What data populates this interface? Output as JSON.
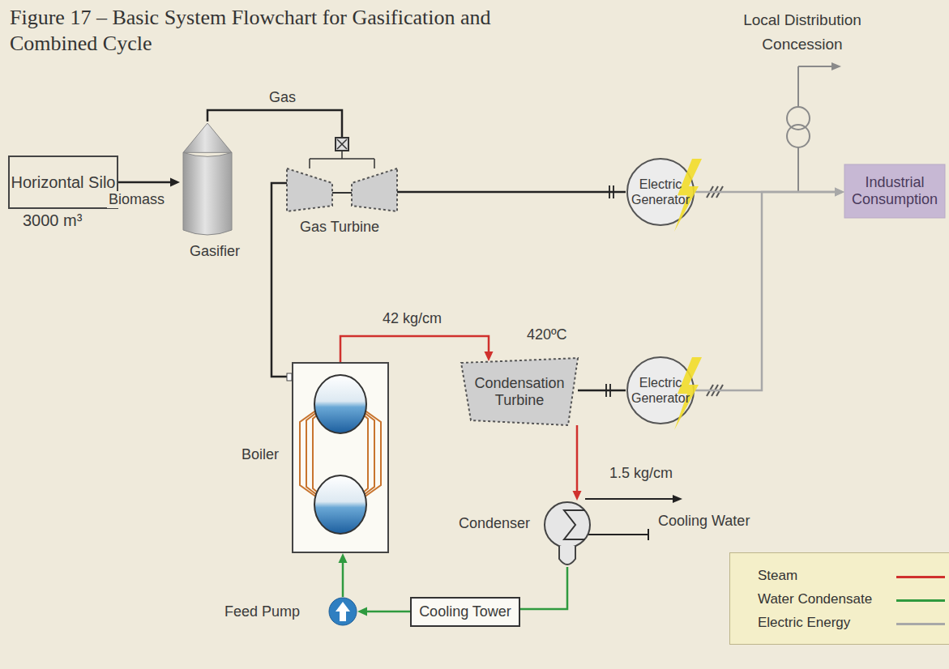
{
  "diagram": {
    "title": "Figure 17 – Basic System Flowchart for Gasification and Combined Cycle",
    "nodes": [
      {
        "text": [
          "Horizontal Silo"
        ]
      },
      {
        "text": [
          "Gasifier"
        ]
      },
      {
        "text": [
          "Gas Turbine"
        ]
      },
      {
        "text": [
          "Electric Generator"
        ]
      },
      {
        "text": [
          "Industrial Consumption"
        ]
      },
      {
        "text": [
          "Boiler"
        ]
      },
      {
        "text": [
          "Condensation Turbine"
        ]
      },
      {
        "text": [
          "Electric Generator"
        ]
      },
      {
        "text": [
          "Condenser"
        ]
      },
      {
        "text": [
          "Cooling Tower"
        ]
      },
      {
        "text": [
          "Feed Pump"
        ]
      }
    ],
    "edges": [
      {
        "from": 0,
        "to": 1,
        "arrow": "to",
        "label": "Biomass"
      },
      {
        "from": 1,
        "to": 2,
        "arrow": "none",
        "label": "Gas"
      },
      {
        "from": 2,
        "to": 3,
        "arrow": "none"
      },
      {
        "from": 3,
        "to": 4,
        "arrow": "to"
      },
      {
        "from": 2,
        "to": 5,
        "arrow": "none"
      },
      {
        "from": 5,
        "to": 6,
        "arrow": "to",
        "label": "42 kg/cm"
      },
      {
        "from": 6,
        "to": 7,
        "arrow": "none"
      },
      {
        "from": 7,
        "to": 4,
        "arrow": "to"
      },
      {
        "from": 6,
        "to": 8,
        "arrow": "to"
      },
      {
        "from": 8,
        "to": 9,
        "arrow": "none"
      },
      {
        "from": 9,
        "to": 10,
        "arrow": "to"
      },
      {
        "from": 10,
        "to": 5,
        "arrow": "to"
      }
    ],
    "labels": [
      "3000 m³",
      "420ºC",
      "1.5 kg/cm",
      "Cooling Water",
      "Local Distribution Concession"
    ],
    "legend": [
      {
        "text": "Steam",
        "color": "#d0312d"
      },
      {
        "text": "Water Condensate",
        "color": "#2f9a3f"
      },
      {
        "text": "Electric Energy",
        "color": "#a8a8a8"
      }
    ]
  }
}
